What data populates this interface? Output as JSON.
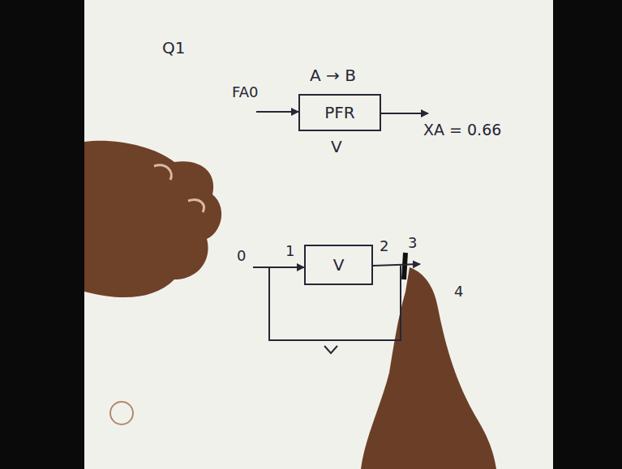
{
  "diagram": {
    "nodes": [
      {
        "text": [
          "PFR"
        ]
      },
      {
        "text": [
          "V"
        ]
      }
    ],
    "labels": [
      "Q1",
      "A → B",
      "FA0",
      "V",
      "XA = 0.66",
      "0",
      "1",
      "2",
      "3",
      "4"
    ]
  }
}
